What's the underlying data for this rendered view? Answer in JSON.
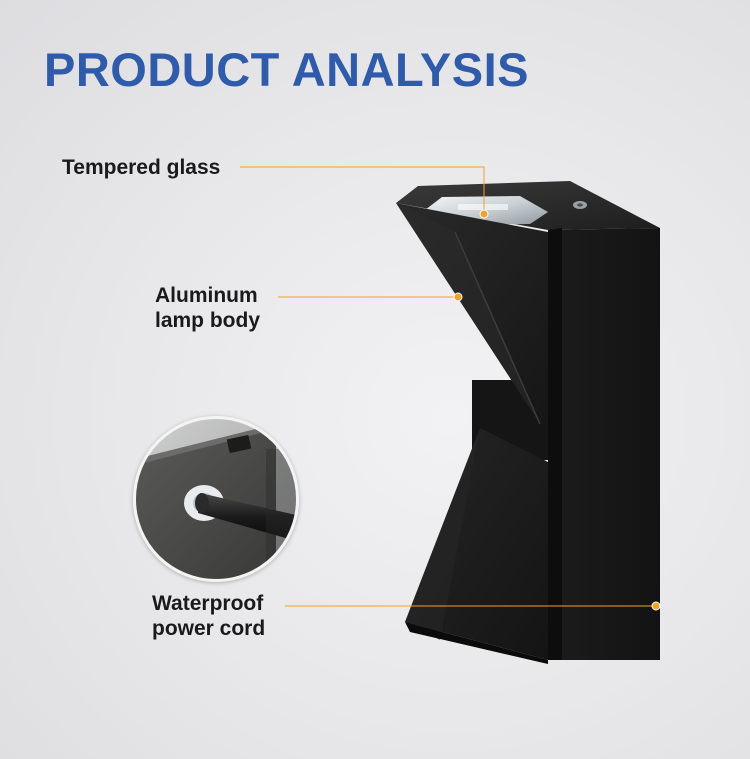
{
  "title": "PRODUCT ANALYSIS",
  "labels": {
    "tempered_glass": [
      "Tempered glass"
    ],
    "aluminum_body": [
      "Aluminum",
      "lamp body"
    ],
    "waterproof_cord": [
      "Waterproof",
      "power cord"
    ]
  },
  "colors": {
    "title": "#2f5baa",
    "leader_line": "#f0a12a",
    "lamp_body": "#1b1b1b"
  }
}
